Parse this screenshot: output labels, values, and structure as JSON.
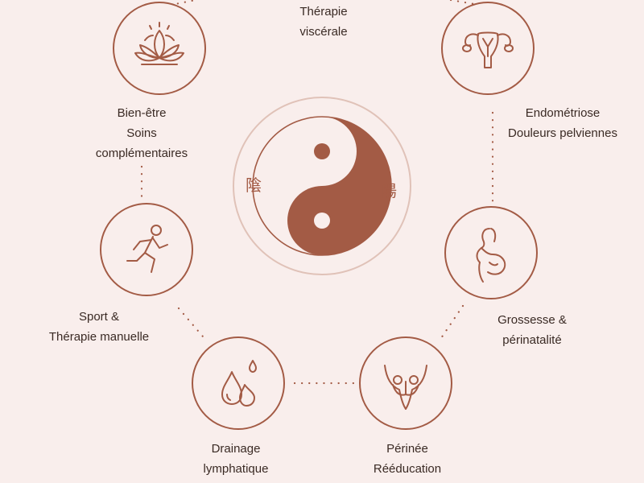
{
  "palette": {
    "accent": "#a35b45",
    "background": "#f9eeec",
    "text": "#3a2a24"
  },
  "center": {
    "yin_char": "陰",
    "yang_char": "陽",
    "icon": "yin-yang-icon"
  },
  "nodes": [
    {
      "id": "therapie-viscerale",
      "icon": "organs-icon",
      "lines": [
        "Thérapie",
        "viscérale"
      ]
    },
    {
      "id": "endometriose",
      "icon": "uterus-icon",
      "lines": [
        "Endométriose",
        "Douleurs pelviennes"
      ]
    },
    {
      "id": "grossesse",
      "icon": "pregnant-woman-icon",
      "lines": [
        "Grossesse &",
        "périnatalité"
      ]
    },
    {
      "id": "perinee",
      "icon": "pelvis-icon",
      "lines": [
        "Périnée",
        "Rééducation"
      ]
    },
    {
      "id": "drainage",
      "icon": "water-drops-icon",
      "lines": [
        "Drainage",
        "lymphatique"
      ]
    },
    {
      "id": "sport",
      "icon": "runner-icon",
      "lines": [
        "Sport &",
        "Thérapie manuelle"
      ]
    },
    {
      "id": "bien-etre",
      "icon": "lotus-icon",
      "lines": [
        "Bien-être",
        "Soins",
        "complémentaires"
      ]
    }
  ]
}
